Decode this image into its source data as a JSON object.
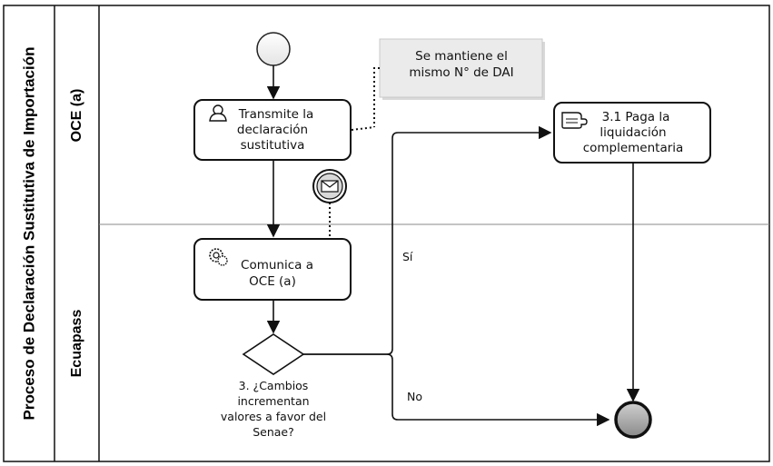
{
  "pool": {
    "title": "Proceso de Declaración Sustitutiva de Importación"
  },
  "lanes": [
    {
      "title": "OCE (a)"
    },
    {
      "title": "Ecuapass"
    }
  ],
  "tasks": {
    "transmite": {
      "lines": [
        "Transmite la",
        "declaración",
        "sustitutiva"
      ],
      "icon": "user-icon"
    },
    "comunica": {
      "lines": [
        "Comunica a",
        "OCE (a)"
      ],
      "icon": "gear-icon"
    },
    "paga": {
      "lines": [
        "3.1 Paga la",
        "liquidación",
        "complementaria"
      ],
      "icon": "manual-task-icon"
    }
  },
  "annotation": {
    "lines": [
      "Se mantiene el",
      "mismo N° de DAI"
    ]
  },
  "gateway": {
    "lines": [
      "3. ¿Cambios",
      "incrementan",
      "valores a favor del",
      "Senae?"
    ]
  },
  "flows": {
    "yes": "Sí",
    "no": "No"
  },
  "events": {
    "start": "start-event",
    "end": "end-event",
    "message": "message-event-icon"
  }
}
